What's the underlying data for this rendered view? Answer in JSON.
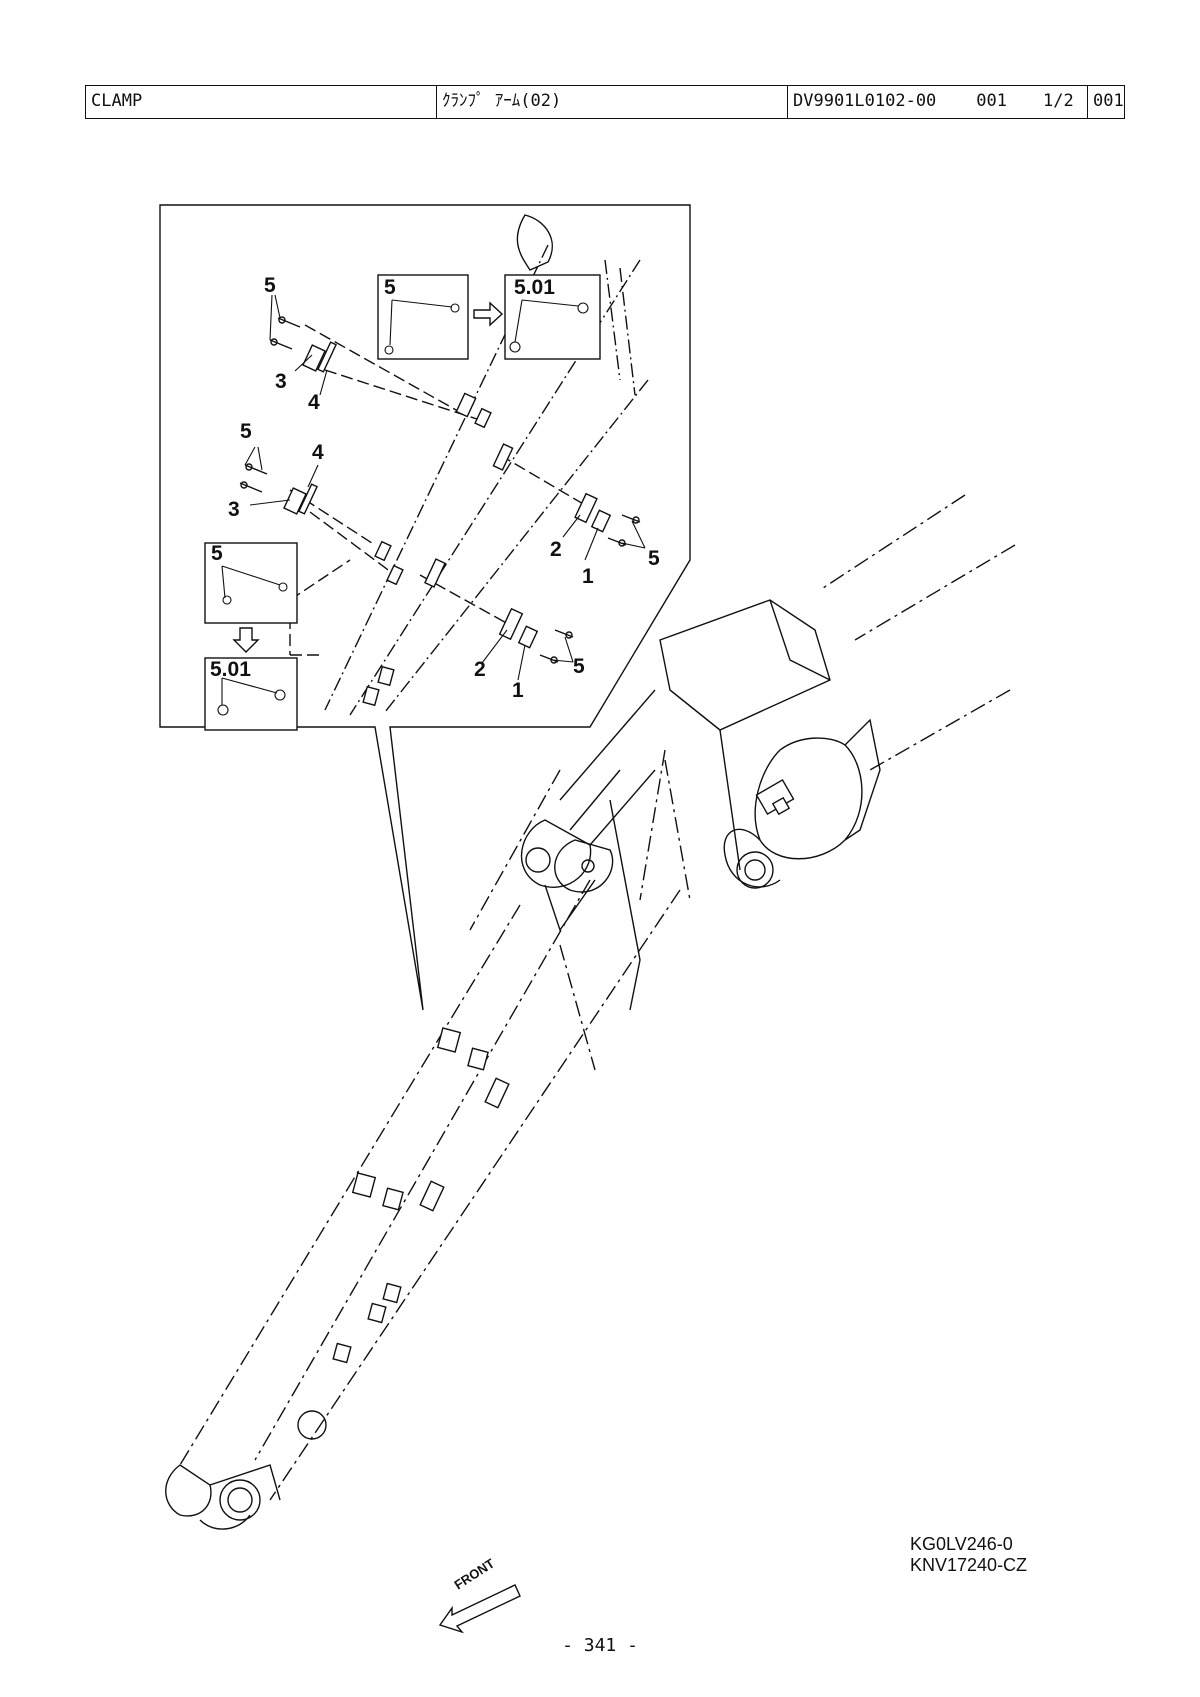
{
  "header": {
    "part_name": "CLAMP",
    "part_name_jp": "ｸﾗﾝﾌﾟ ｱｰﾑ(02)",
    "catalog_code": "DV9901L0102-00",
    "sequence": "001",
    "sheet": "1/2",
    "group": "001"
  },
  "callouts": {
    "item_1": "1",
    "item_2": "2",
    "item_3": "3",
    "item_4": "4",
    "item_5": "5",
    "item_501": "5.01"
  },
  "direction_label": "FRONT",
  "drawing_refs": [
    "KG0LV246-0",
    "KNV17240-CZ"
  ],
  "page_number": "- 341 -"
}
